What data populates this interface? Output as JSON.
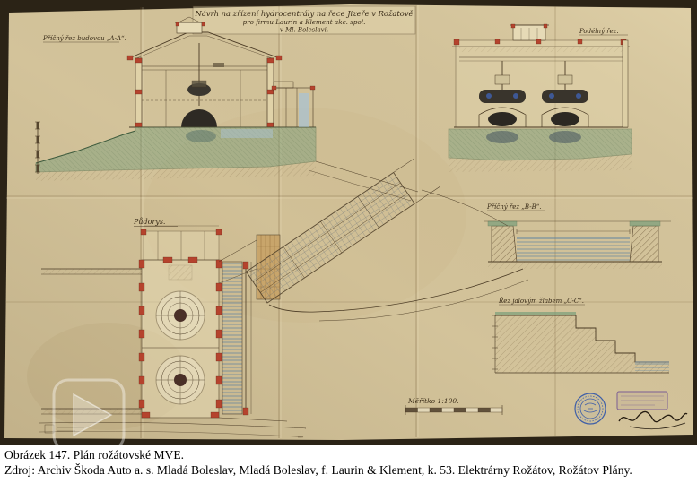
{
  "colors": {
    "paper": "#d7c79e",
    "ink": "#4a3a24",
    "red": "#b5432d",
    "green": "#7fa07c",
    "green-dark": "#4e6b4b",
    "blue": "#a9c2d1",
    "blue-dark": "#5f82a0",
    "stamp-blue": "#3f5fa8",
    "stamp-purple": "#7b5d93",
    "backdrop": "#2b2316"
  },
  "drawing": {
    "title": {
      "line1": "Návrh na zřízení hydrocentrály na řece Jizeře v Rožatově",
      "line2": "pro firmu Laurin a Klement akc. spol.",
      "line3": "v Ml. Boleslavi."
    },
    "labels": {
      "section_aa": "Příčný řez budovou „A-A“.",
      "longitudinal_section": "Podélný řez.",
      "section_bb": "Příčný řez „B-B“.",
      "section_cc": "Řez jalovým žlabem „C-C“.",
      "plan_view": "Půdorys.",
      "scale": "Měřítko 1:100."
    }
  },
  "caption": {
    "title": "Obrázek 147. Plán rožátovské MVE.",
    "source": "Zdroj: Archiv Škoda Auto a. s. Mladá Boleslav, Mladá Boleslav, f. Laurin & Klement, k. 53. Elektrárny Rožátov, Rožátov Plány."
  }
}
